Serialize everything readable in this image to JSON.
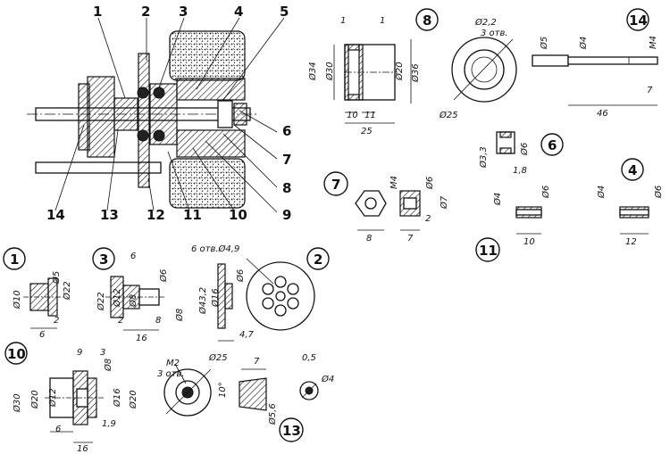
{
  "assembly": {
    "callouts": [
      "1",
      "2",
      "3",
      "4",
      "5",
      "6",
      "7",
      "8",
      "9",
      "10",
      "11",
      "12",
      "13",
      "14"
    ]
  },
  "details": {
    "d1": {
      "number": "1",
      "dims": [
        "Ø10",
        "Ø5",
        "Ø22",
        "2",
        "6"
      ]
    },
    "d2": {
      "number": "2",
      "dims": [
        "6 отв.Ø4,9",
        "Ø43,2",
        "Ø16",
        "Ø6",
        "4,7"
      ]
    },
    "d3": {
      "number": "3",
      "dims": [
        "6",
        "Ø22",
        "Ø12",
        "Ø8",
        "Ø6",
        "2",
        "8",
        "16",
        "Ø8"
      ]
    },
    "d4": {
      "number": "4",
      "dims": [
        "Ø4",
        "Ø6",
        "12"
      ]
    },
    "d6": {
      "number": "6",
      "dims": [
        "Ø3,3",
        "Ø6",
        "1,8"
      ]
    },
    "d7": {
      "number": "7",
      "dims": [
        "M4",
        "Ø6",
        "Ø7",
        "8",
        "2",
        "7"
      ]
    },
    "d8": {
      "number": "8",
      "dims": [
        "1",
        "1",
        "Ø34",
        "Ø30",
        "Ø20",
        "Ø36",
        "10",
        "11",
        "25",
        "Ø2,2",
        "3 отв.",
        "Ø25"
      ]
    },
    "d10": {
      "number": "10",
      "dims": [
        "9",
        "3",
        "Ø8",
        "Ø30",
        "Ø20",
        "Ø12",
        "Ø16",
        "Ø20",
        "1,9",
        "6",
        "16"
      ]
    },
    "d11": {
      "number": "11",
      "dims": [
        "Ø4",
        "Ø6",
        "10"
      ]
    },
    "d12": {
      "dims": [
        "M2",
        "3 отв.",
        "Ø25"
      ]
    },
    "d13": {
      "number": "13",
      "dims": [
        "7",
        "10°",
        "Ø5,6",
        "0,5",
        "Ø4"
      ]
    },
    "d14": {
      "number": "14",
      "dims": [
        "Ø5",
        "Ø4",
        "M4",
        "7",
        "46"
      ]
    }
  }
}
